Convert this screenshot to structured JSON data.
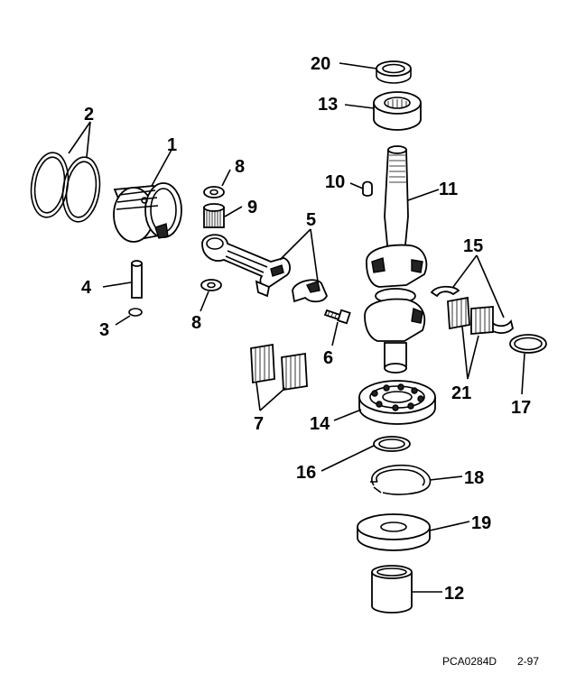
{
  "callouts": [
    {
      "id": "c1",
      "label": "1"
    },
    {
      "id": "c2",
      "label": "2"
    },
    {
      "id": "c3",
      "label": "3"
    },
    {
      "id": "c4",
      "label": "4"
    },
    {
      "id": "c5",
      "label": "5"
    },
    {
      "id": "c6",
      "label": "6"
    },
    {
      "id": "c7",
      "label": "7"
    },
    {
      "id": "c8a",
      "label": "8"
    },
    {
      "id": "c8b",
      "label": "8"
    },
    {
      "id": "c9",
      "label": "9"
    },
    {
      "id": "c10",
      "label": "10"
    },
    {
      "id": "c11",
      "label": "11"
    },
    {
      "id": "c12",
      "label": "12"
    },
    {
      "id": "c13",
      "label": "13"
    },
    {
      "id": "c14",
      "label": "14"
    },
    {
      "id": "c15",
      "label": "15"
    },
    {
      "id": "c16",
      "label": "16"
    },
    {
      "id": "c17",
      "label": "17"
    },
    {
      "id": "c18",
      "label": "18"
    },
    {
      "id": "c19",
      "label": "19"
    },
    {
      "id": "c20",
      "label": "20"
    },
    {
      "id": "c21",
      "label": "21"
    }
  ],
  "footer": {
    "code": "PCA0284D",
    "date": "2-97"
  }
}
